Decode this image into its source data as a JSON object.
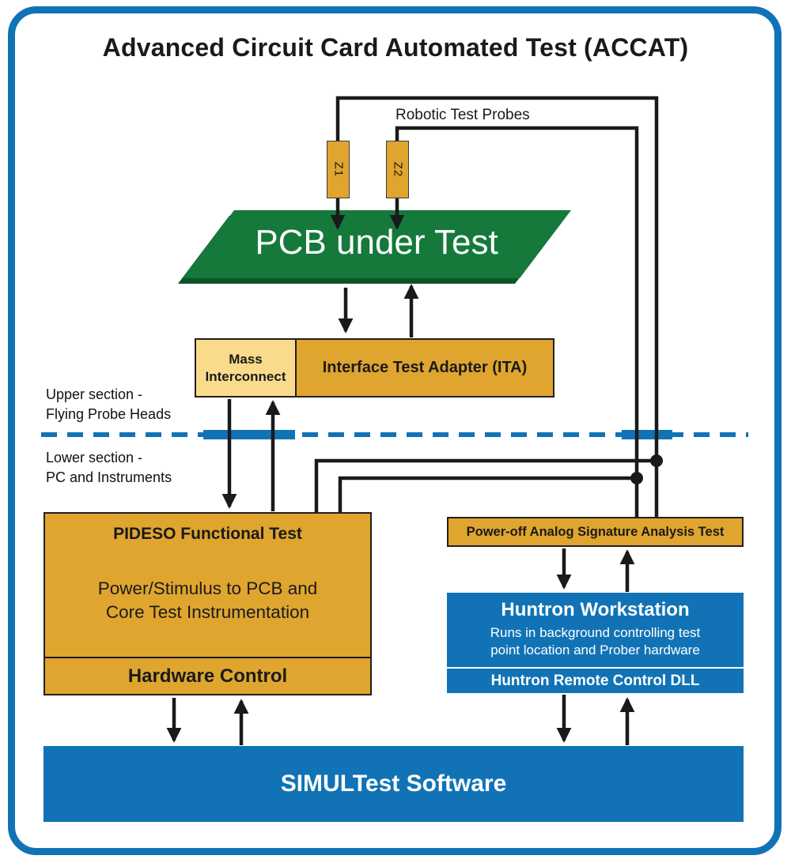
{
  "title": "Advanced Circuit Card Automated Test (ACCAT)",
  "colors": {
    "blue": "#1173B6",
    "orange": "#E0A52F",
    "lightYellow": "#F9DB8B",
    "green": "#15793B",
    "greenShadow": "#0C5428",
    "line": "#1A1A1A"
  },
  "labels": {
    "robotic_probes": "Robotic Test Probes",
    "probe_z1": "Z1",
    "probe_z2": "Z2",
    "upper_section": "Upper section -\nFlying Probe Heads",
    "lower_section": "Lower section -\nPC and Instruments"
  },
  "boxes": {
    "pcb": {
      "label": "PCB under Test"
    },
    "mass_interconnect": {
      "label": "Mass\nInterconnect"
    },
    "ita": {
      "label": "Interface Test Adapter (ITA)"
    },
    "pideso": {
      "title": "PIDESO Functional Test",
      "body": "Power/Stimulus to PCB and\nCore Test Instrumentation",
      "footer": "Hardware Control"
    },
    "power_off": {
      "label": "Power-off Analog Signature Analysis Test"
    },
    "huntron": {
      "title": "Huntron Workstation",
      "body": "Runs in background controlling test\npoint location and Prober hardware",
      "footer": "Huntron Remote Control DLL"
    },
    "simultest": {
      "label": "SIMULTest Software"
    }
  }
}
